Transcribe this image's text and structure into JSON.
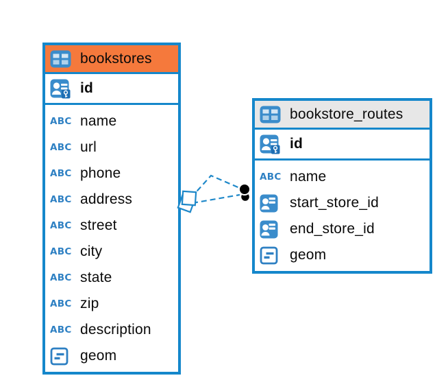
{
  "diagram": {
    "colors": {
      "table_border": "#1587CB",
      "relationship_line": "#1E88C9",
      "bookstores_header_bg": "#F5793C",
      "routes_header_bg": "#E7E7E7",
      "icon_blue": "#3A8CCB",
      "icon_outline_blue": "#2E80C3"
    },
    "icon_glyphs": {
      "abc-icon": "ABC"
    },
    "tables": [
      {
        "name": "bookstores",
        "header_bg": "#F5793C",
        "icon": "table-icon",
        "primary_key": {
          "name": "id",
          "icon": "primary-key-icon"
        },
        "columns": [
          {
            "name": "name",
            "icon": "abc-icon"
          },
          {
            "name": "url",
            "icon": "abc-icon"
          },
          {
            "name": "phone",
            "icon": "abc-icon"
          },
          {
            "name": "address",
            "icon": "abc-icon"
          },
          {
            "name": "street",
            "icon": "abc-icon"
          },
          {
            "name": "city",
            "icon": "abc-icon"
          },
          {
            "name": "state",
            "icon": "abc-icon"
          },
          {
            "name": "zip",
            "icon": "abc-icon"
          },
          {
            "name": "description",
            "icon": "abc-icon"
          },
          {
            "name": "geom",
            "icon": "geometry-icon"
          }
        ]
      },
      {
        "name": "bookstore_routes",
        "header_bg": "#E7E7E7",
        "icon": "table-icon",
        "primary_key": {
          "name": "id",
          "icon": "primary-key-icon"
        },
        "columns": [
          {
            "name": "name",
            "icon": "abc-icon"
          },
          {
            "name": "start_store_id",
            "icon": "foreign-key-icon"
          },
          {
            "name": "end_store_id",
            "icon": "foreign-key-icon"
          },
          {
            "name": "geom",
            "icon": "geometry-icon"
          }
        ]
      }
    ],
    "relationships": [
      {
        "from_table": "bookstores",
        "to_table": "bookstore_routes",
        "style": "dashed"
      },
      {
        "from_table": "bookstores",
        "to_table": "bookstore_routes",
        "style": "dashed"
      }
    ]
  }
}
